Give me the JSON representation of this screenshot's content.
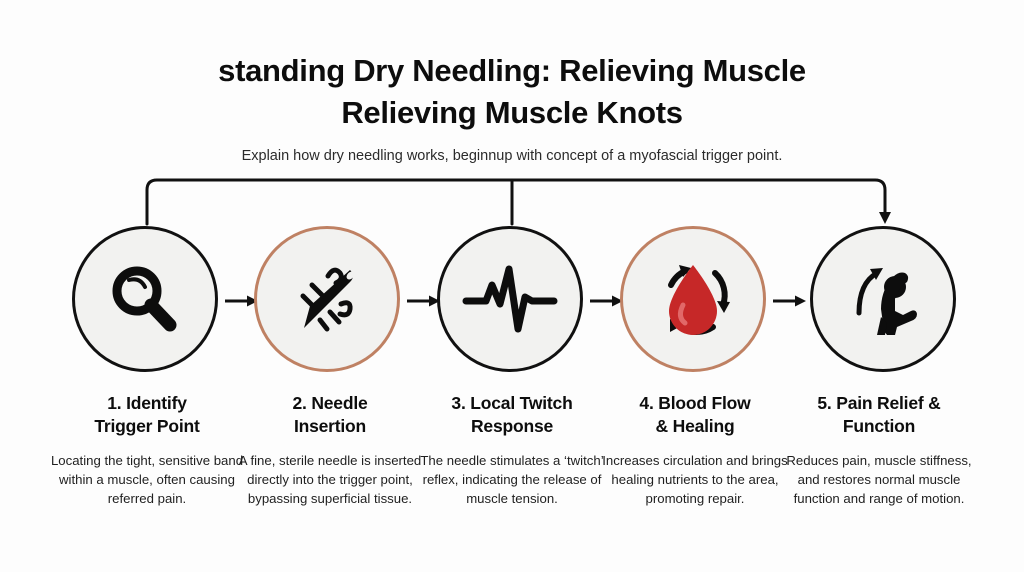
{
  "header": {
    "title_line1": "standing Dry Needling: Relieving Muscle",
    "title_line2": "Relieving Muscle Knots",
    "subtitle": "Explain how dry needling works, beginnup with concept of a myofascial trigger point."
  },
  "colors": {
    "background": "#fdfdfd",
    "circle_fill": "#f2f2f0",
    "outline_dark": "#111111",
    "outline_accent": "#bf8163",
    "blood_red": "#c62828",
    "blood_red_dark": "#b3201f"
  },
  "steps": [
    {
      "index": "1",
      "icon": "magnifying-glass-icon",
      "accent": false,
      "heading": "1. Identify Trigger Point",
      "heading_line1": "1. Identify",
      "heading_line2": "Trigger Point",
      "body": "Locating the tight, sensitive band within a muscle, often causing referred pain."
    },
    {
      "index": "2",
      "icon": "needle-icon",
      "accent": true,
      "heading": "2. Needle Insertion",
      "heading_line1": "2. Needle",
      "heading_line2": "Insertion",
      "body": "A fine, sterile needle is inserted directly into the trigger point, bypassing superficial tissue."
    },
    {
      "index": "3",
      "icon": "heartbeat-waveform-icon",
      "accent": false,
      "heading": "3. Local Twitch Response",
      "heading_line1": "3. Local Twitch",
      "heading_line2": "Response",
      "body": "The needle stimulates a ‘twitch’ reflex, indicating the release of muscle tension."
    },
    {
      "index": "4",
      "icon": "blood-drop-circulation-icon",
      "accent": true,
      "heading": "4. Blood Flow & Healing",
      "heading_line1": "4. Blood Flow",
      "heading_line2": "& Healing",
      "body": "Increases circulation and brings healing nutrients to the area, promoting repair."
    },
    {
      "index": "5",
      "icon": "person-stretching-icon",
      "accent": false,
      "heading": "5. Pain Relief & Function",
      "heading_line1": "5. Pain Relief &",
      "heading_line2": "Function",
      "body": "Reduces pain, muscle stiffness, and restores normal muscle function and range of motion."
    }
  ]
}
